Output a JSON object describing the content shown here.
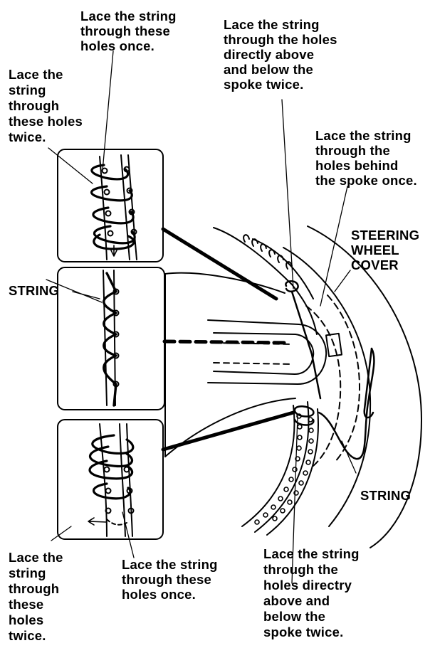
{
  "labels": {
    "top_center": "Lace the string\nthrough these\nholes once.",
    "top_left": "Lace the\nstring\nthrough\nthese holes\ntwice.",
    "top_mid": "Lace the string\nthrough the holes\ndirectly above\nand below the\nspoke twice.",
    "right_upper": "Lace the string\nthrough the\nholes behind\nthe spoke once.",
    "cover": "STEERING\nWHEEL\nCOVER",
    "string_left": "STRING",
    "string_right": "STRING",
    "bottom_left": "Lace the\nstring\nthrough\nthese\nholes\ntwice.",
    "bottom_center": "Lace the string\nthrough these\nholes once.",
    "bottom_right": "Lace the string\nthrough the\nholes directry\nabove and\nbelow the\nspoke twice."
  },
  "colors": {
    "ink": "#000000",
    "paper": "#ffffff"
  }
}
